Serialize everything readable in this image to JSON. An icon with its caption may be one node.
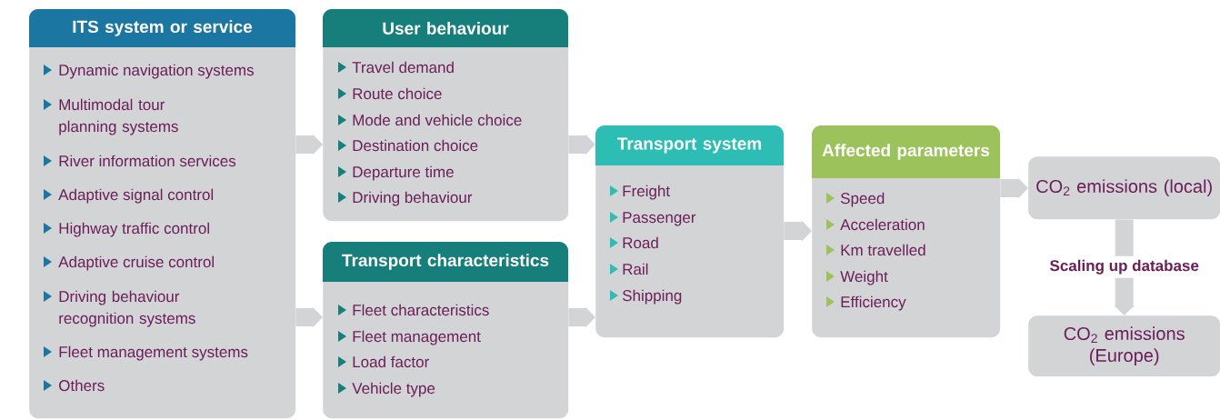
{
  "diagram": {
    "nodes": [
      {
        "text": [
          "ITS system or service",
          "Dynamic navigation systems",
          "Multimodal tour planning systems",
          "River information services",
          "Adaptive signal control",
          "Highway traffic control",
          "Adaptive cruise control",
          "Driving behaviour recognition systems",
          "Fleet management systems",
          "Others"
        ]
      },
      {
        "text": [
          "User behaviour",
          "Travel demand",
          "Route choice",
          "Mode and vehicle choice",
          "Destination choice",
          "Departure time",
          "Driving behaviour"
        ]
      },
      {
        "text": [
          "Transport characteristics",
          "Fleet characteristics",
          "Fleet management",
          "Load factor",
          "Vehicle type"
        ]
      },
      {
        "text": [
          "Transport system",
          "Freight",
          "Passenger",
          "Road",
          "Rail",
          "Shipping"
        ]
      },
      {
        "text": [
          "Affected parameters",
          "Speed",
          "Acceleration",
          "Km travelled",
          "Weight",
          "Efficiency"
        ]
      },
      {
        "text": [
          "CO$_{2}$ emissions (local)"
        ]
      },
      {
        "text": [
          "CO$_{2}$ emissions (Europe)"
        ]
      }
    ],
    "edges": [
      {
        "from": 0,
        "to": 1,
        "arrow": "to"
      },
      {
        "from": 0,
        "to": 2,
        "arrow": "to"
      },
      {
        "from": 1,
        "to": 3,
        "arrow": "to"
      },
      {
        "from": 2,
        "to": 3,
        "arrow": "to"
      },
      {
        "from": 3,
        "to": 4,
        "arrow": "to"
      },
      {
        "from": 4,
        "to": 5,
        "arrow": "to"
      },
      {
        "from": 5,
        "to": 6,
        "arrow": "to",
        "label": "Scaling up database"
      }
    ]
  }
}
